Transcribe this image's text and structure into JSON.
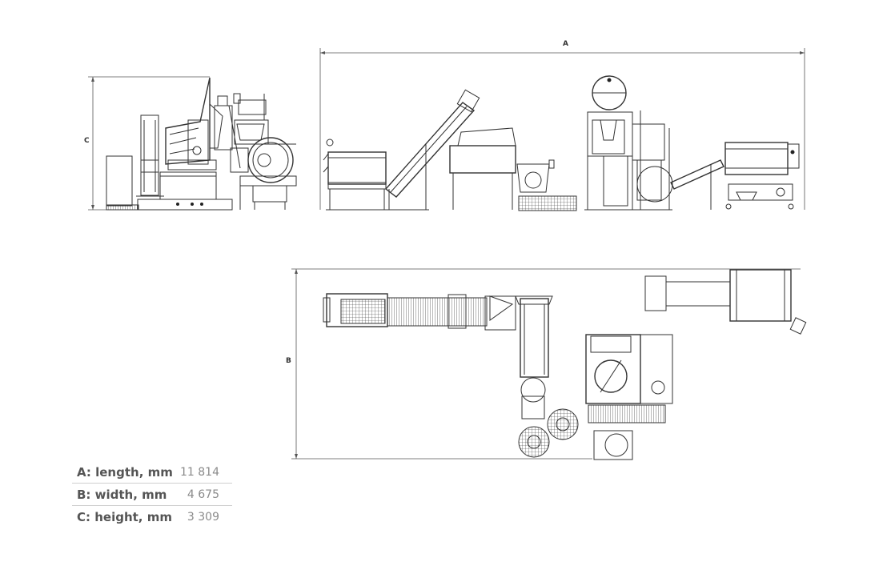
{
  "dimension_markers": {
    "a": "A",
    "b": "B",
    "c": "C"
  },
  "specs": [
    {
      "label": "A: length, mm",
      "value": "11 814"
    },
    {
      "label": "B: width, mm",
      "value": "4 675"
    },
    {
      "label": "C: height, mm",
      "value": "3 309"
    }
  ]
}
